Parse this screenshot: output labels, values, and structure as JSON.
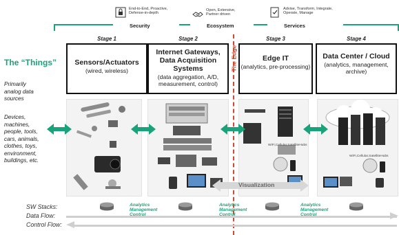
{
  "banner": {
    "security": {
      "desc": "End-to-End, Proactive, Defense-in-depth",
      "label": "Security"
    },
    "ecosystem": {
      "desc": "Open, Extensive, Partner driven",
      "label": "Ecosystem"
    },
    "services": {
      "desc": "Advise, Transform, Integrate, Operate, Manage",
      "label": "Services"
    }
  },
  "left": {
    "title": "The “Things”",
    "note1": [
      "Primarily",
      "analog data",
      "sources"
    ],
    "note2": [
      "Devices,",
      "machines,",
      "people, tools,",
      "cars, animals,",
      "clothes, toys,",
      "environment,",
      "buildings, etc."
    ]
  },
  "stages": [
    {
      "stage": "Stage 1",
      "title": "Sensors/Actuators",
      "sub": "(wired, wireless)"
    },
    {
      "stage": "Stage 2",
      "title": "Internet Gateways, Data Acquisition Systems",
      "sub": "(data aggregation, A/D, measurement, control)"
    },
    {
      "stage": "Stage 3",
      "title": "Edge IT",
      "sub": "(analytics, pre-processing)"
    },
    {
      "stage": "Stage 4",
      "title": "Data Center / Cloud",
      "sub": "(analytics, management, archive)"
    }
  ],
  "edge_label": "The Edge",
  "wifi_label": "WiFi,Cellular,SatelliteHubs",
  "visualization": "Visualization",
  "amc": [
    "Analytics",
    "Management",
    "Control"
  ],
  "bottom": {
    "sw": "SW Stacks:",
    "data": "Data Flow:",
    "control": "Control Flow:"
  },
  "colors": {
    "accent": "#1aa37a",
    "edge": "#d04a33"
  }
}
